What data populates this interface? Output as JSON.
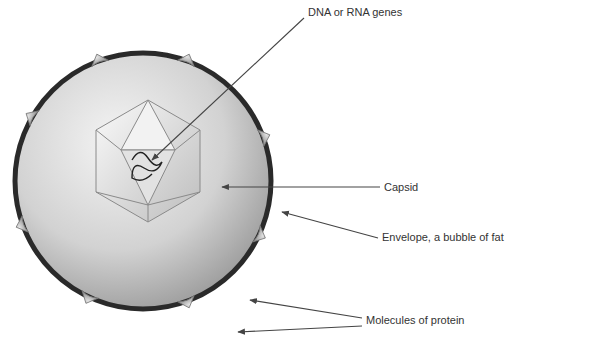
{
  "diagram": {
    "labels": [
      "DNA or RNA genes",
      "Capsid",
      "Envelope, a bubble of fat",
      "Molecules of protein"
    ]
  }
}
